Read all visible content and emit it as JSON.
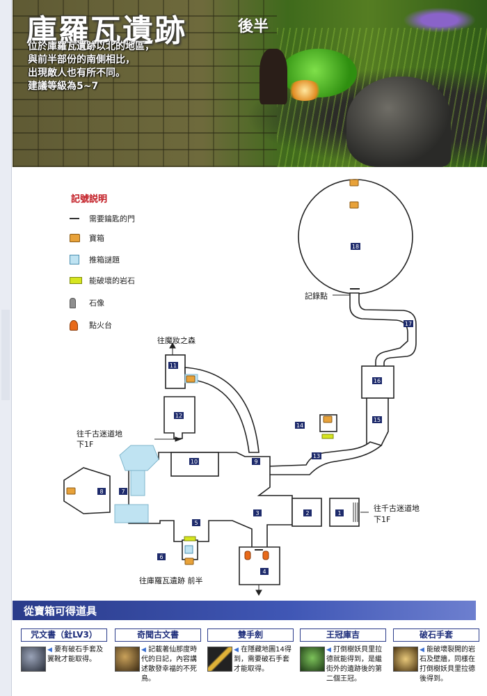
{
  "header": {
    "title": "庫羅瓦遺跡",
    "subtitle": "後半",
    "intro_lines": [
      "位於庫羅瓦遺跡以北的地區，",
      "與前半部份的南側相比，",
      "出現敵人也有所不同。",
      "建議等級為5~7"
    ]
  },
  "legend": {
    "title": "記號説明",
    "items": [
      {
        "icon": "door-line-icon",
        "label": "需要鑰匙的門"
      },
      {
        "icon": "treasure-chest-icon",
        "label": "寶箱"
      },
      {
        "icon": "push-box-icon",
        "label": "推箱謎題"
      },
      {
        "icon": "breakable-rock-icon",
        "label": "能破壞的岩石"
      },
      {
        "icon": "statue-icon",
        "label": "石像"
      },
      {
        "icon": "torch-stand-icon",
        "label": "點火台"
      }
    ]
  },
  "map": {
    "labels": {
      "save_point": "記錄點",
      "to_forest": "往魔妝之森",
      "to_maze_left_1": "往千古迷道地",
      "to_maze_left_2": "下1F",
      "to_maze_right_1": "往千古迷道地",
      "to_maze_right_2": "下1F",
      "to_ruins_front": "往庫羅瓦遺跡 前半"
    },
    "rooms": [
      "1",
      "2",
      "3",
      "4",
      "5",
      "6",
      "7",
      "8",
      "9",
      "10",
      "11",
      "12",
      "13",
      "14",
      "15",
      "16",
      "17",
      "18"
    ]
  },
  "items_section": {
    "title": "從寶箱可得道具",
    "items": [
      {
        "name": "咒文書（釷LV3）",
        "icon": "spellbook-icon",
        "desc": "要有破石手套及翼靴才能取得。"
      },
      {
        "name": "奇聞古文書",
        "icon": "ancient-scroll-icon",
        "desc": "記載著仙那度時代的日記，內容講述散發幸福的不死鳥。"
      },
      {
        "name": "雙手劍",
        "icon": "two-hand-sword-icon",
        "desc": "在隱藏地圖14得到，需要破石手套才能取得。"
      },
      {
        "name": "王冠庫吉",
        "icon": "crown-kuji-icon",
        "desc": "打倒樹妖貝里拉德就能得到，是繼街外的遺跡後的第二個王冠。"
      },
      {
        "name": "破石手套",
        "icon": "rock-glove-icon",
        "desc": "能破壞裂開的岩石及壁牆，同樣在打倒樹妖貝里拉德後得到。"
      }
    ]
  },
  "colors": {
    "title_bar": "#2a3b8a",
    "legend_title": "#c0141c",
    "chest": "#e8a23a",
    "push_box": "#bfe3f2",
    "breakable_rock": "#d6e51f",
    "water": "#bfe3f2"
  }
}
